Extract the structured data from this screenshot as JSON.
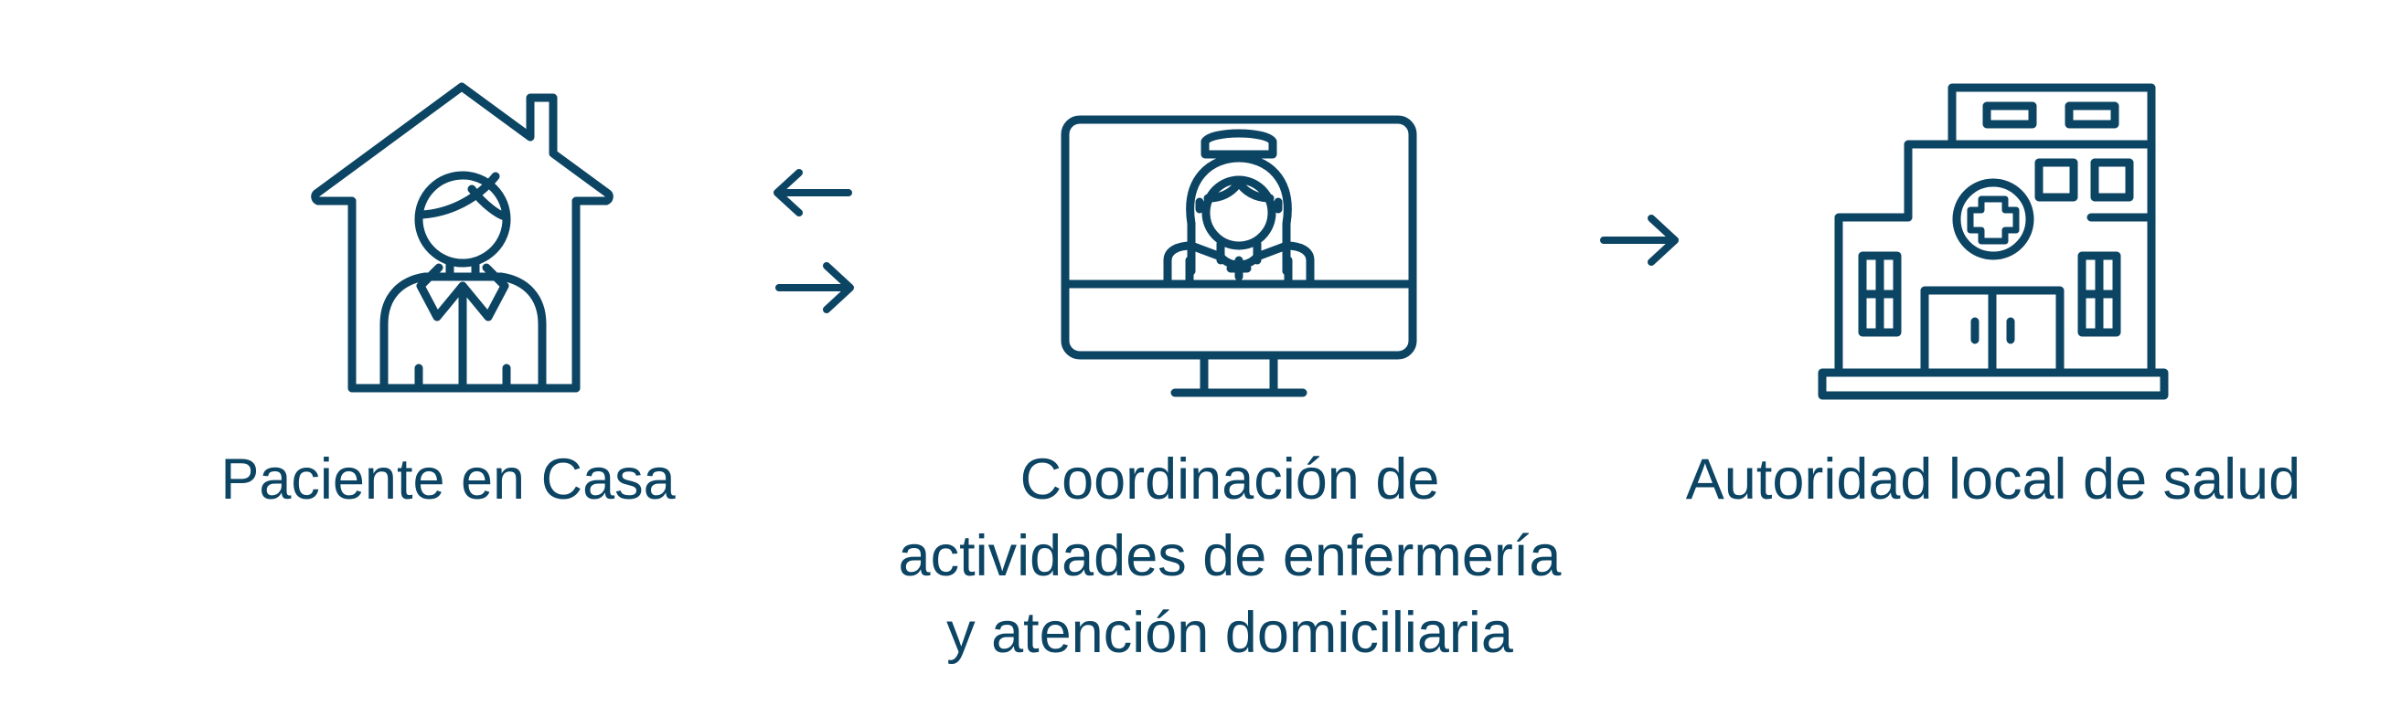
{
  "colors": {
    "stroke": "#0c4463",
    "text": "#0c4463",
    "background": "#ffffff"
  },
  "nodes": [
    {
      "id": "patient",
      "icon": "house-patient-icon",
      "label": "Paciente en Casa"
    },
    {
      "id": "coordination",
      "icon": "monitor-nurse-icon",
      "label_lines": [
        "Coordinación de",
        "actividades de enfermería",
        "y atención domiciliaria"
      ]
    },
    {
      "id": "authority",
      "icon": "hospital-building-icon",
      "label": "Autoridad local de salud"
    }
  ],
  "connectors": [
    {
      "from": "coordination",
      "to": "patient",
      "icon": "arrow-left-icon"
    },
    {
      "from": "patient",
      "to": "coordination",
      "icon": "arrow-right-icon"
    },
    {
      "from": "coordination",
      "to": "authority",
      "icon": "arrow-right-icon"
    }
  ]
}
